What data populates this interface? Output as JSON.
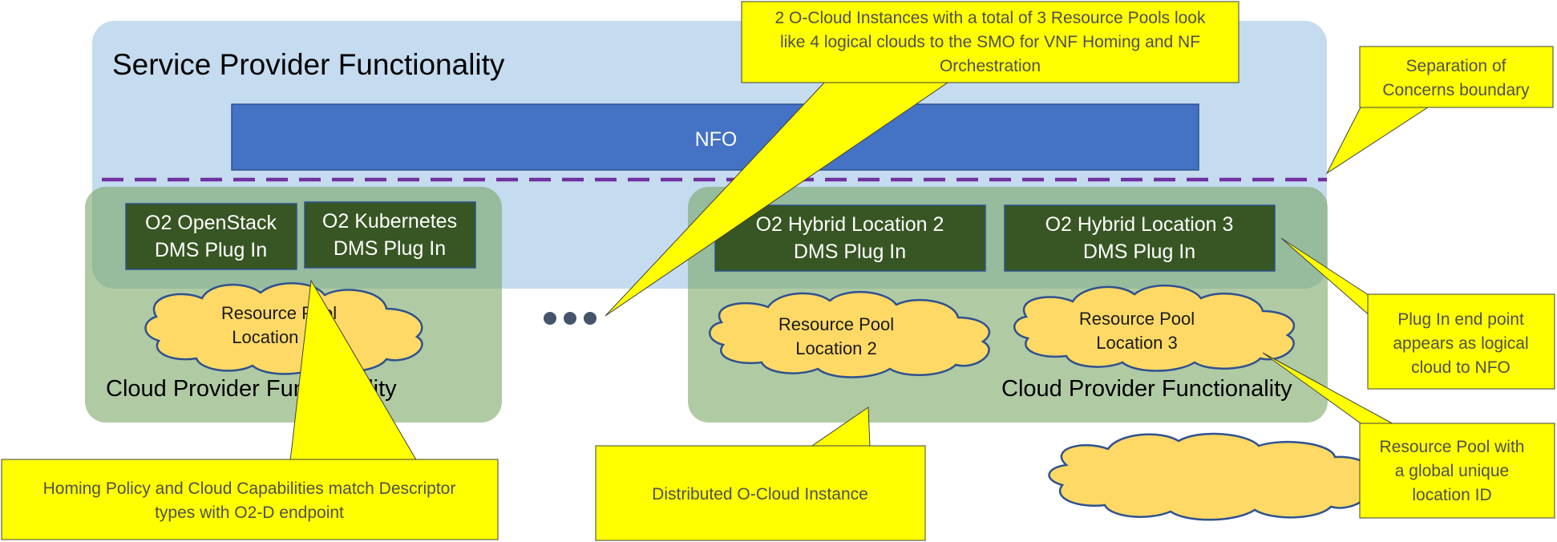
{
  "service_provider": {
    "title": "Service Provider Functionality"
  },
  "nfo": {
    "label": "NFO"
  },
  "plugins": [
    {
      "line1": "O2 OpenStack",
      "line2": "DMS Plug In"
    },
    {
      "line1": "O2 Kubernetes",
      "line2": "DMS Plug In"
    },
    {
      "line1": "O2 Hybrid Location 2",
      "line2": "DMS Plug In"
    },
    {
      "line1": "O2 Hybrid Location 3",
      "line2": "DMS Plug In"
    }
  ],
  "pools": [
    {
      "line1": "Resource Pool",
      "line2": "Location 1"
    },
    {
      "line1": "Resource Pool",
      "line2": "Location 2"
    },
    {
      "line1": "Resource Pool",
      "line2": "Location 3"
    }
  ],
  "cloud_provider": {
    "left_label": "Cloud Provider Functionality",
    "right_label": "Cloud Provider Functionality"
  },
  "callouts": {
    "ocloud_instances": [
      "2 O-Cloud Instances with a total of  3 Resource Pools look",
      "like 4 logical clouds to the SMO for VNF Homing and NF",
      "Orchestration"
    ],
    "separation": [
      "Separation of",
      "Concerns boundary"
    ],
    "plugin_endpoint": [
      "Plug In end point",
      "appears as logical",
      "cloud to NFO"
    ],
    "global_id": [
      "Resource Pool with",
      "a global unique",
      "location ID"
    ],
    "homing": [
      "Homing Policy and Cloud Capabilities match Descriptor",
      "types with O2-D endpoint"
    ],
    "distributed": [
      "Distributed O-Cloud Instance"
    ]
  },
  "colors": {
    "service_provider_bg": "#c5dbef",
    "nfo_blue": "#4472c4",
    "cloud_provider_green": "#70a05a",
    "plugin_dark_green": "#375623",
    "resource_pool_yellow": "#ffd966",
    "callout_yellow": "#ffff00",
    "boundary_purple": "#7030a0"
  }
}
